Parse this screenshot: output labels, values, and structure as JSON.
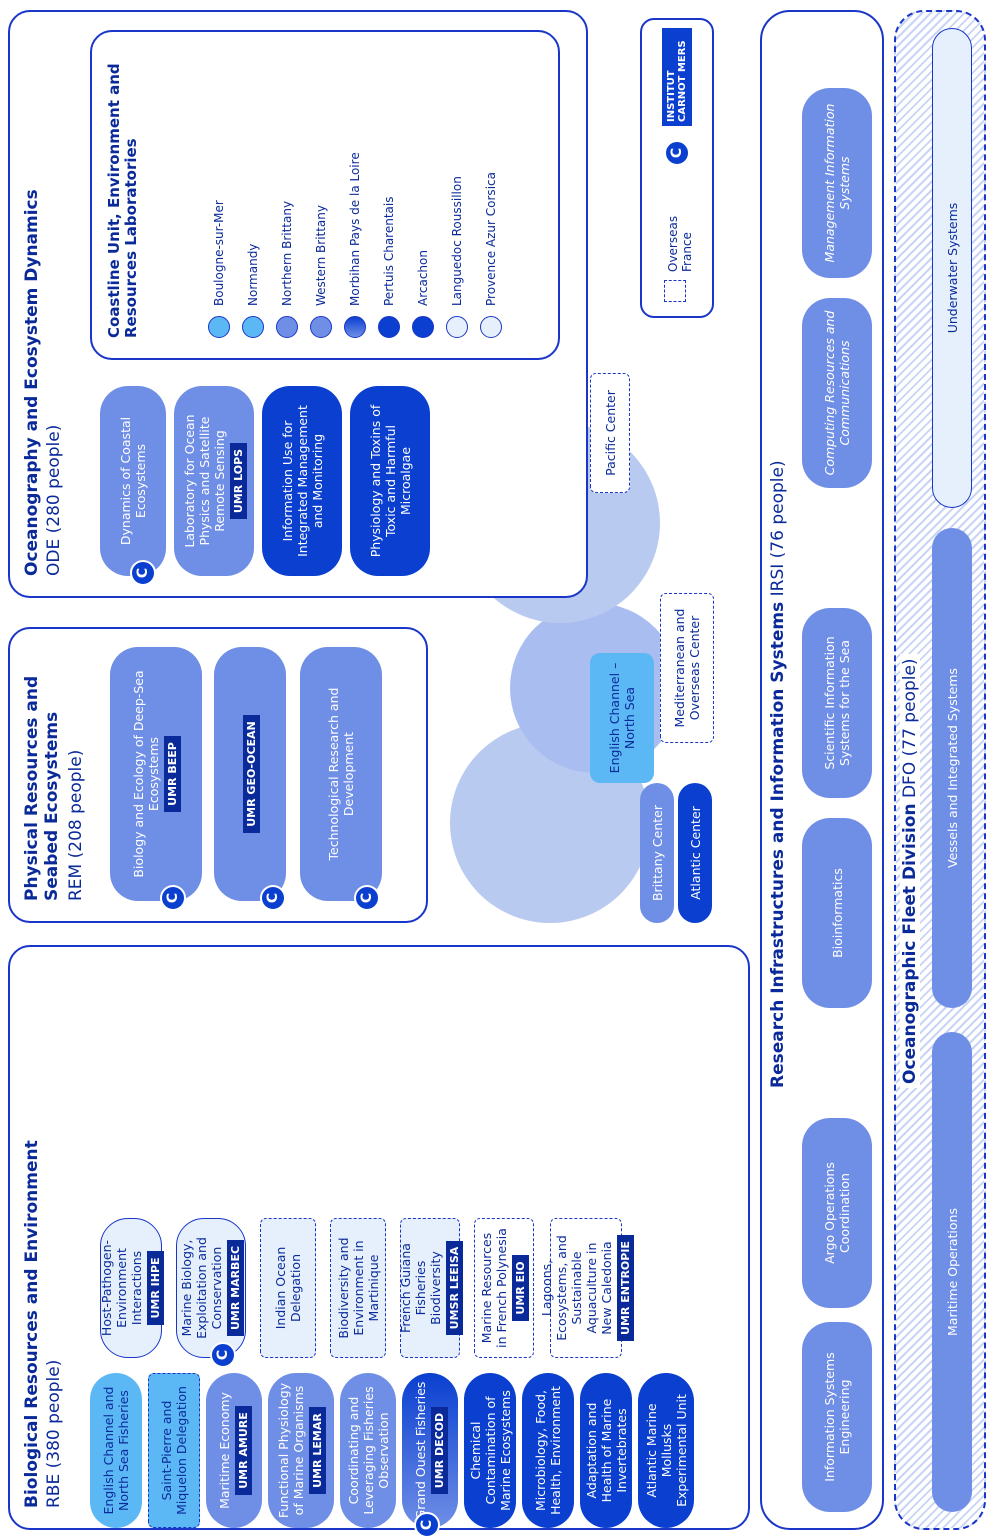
{
  "rbe": {
    "title": "Biological Resources and Environment",
    "subtitle": "RBE (380 people)",
    "units": [
      {
        "label": "English Channel and North Sea Fisheries",
        "tag": ""
      },
      {
        "label": "Saint-Pierre and Miquelon Delegation",
        "tag": ""
      },
      {
        "label": "Maritime Economy",
        "tag": "UMR AMURE"
      },
      {
        "label": "Functional Physiology of Marine Organisms",
        "tag": "UMR LEMAR"
      },
      {
        "label": "Coordinating and Leveraging Fisheries Observation",
        "tag": ""
      },
      {
        "label": "Grand Ouest Fisheries",
        "tag": "UMR DECOD"
      },
      {
        "label": "Chemical Contamination of Marine Ecosystems",
        "tag": ""
      },
      {
        "label": "Microbiology, Food, Health, Environment",
        "tag": ""
      },
      {
        "label": "Adaptation and Health of Marine Invertebrates",
        "tag": ""
      },
      {
        "label": "Atlantic Marine Mollusks Experimental Unit",
        "tag": ""
      },
      {
        "label": "Host-Pathogen-Environment Interactions",
        "tag": "UMR IHPE"
      },
      {
        "label": "Marine Biology, Exploitation and Conservation",
        "tag": "UMR MARBEC"
      },
      {
        "label": "Indian Ocean Delegation",
        "tag": ""
      },
      {
        "label": "Biodiversity and Environment in Martinique",
        "tag": ""
      },
      {
        "label": "French Guiana Fisheries Biodiversity",
        "tag": "UMSR LEEISA"
      },
      {
        "label": "Marine Resources in French Polynesia",
        "tag": "UMR EIO"
      },
      {
        "label": "Lagoons, Ecosystems, and Sustainable Aquaculture in New Caledonia",
        "tag": "UMR ENTROPIE"
      }
    ]
  },
  "rem": {
    "title": "Physical Resources and Seabed Ecosystems",
    "subtitle": "REM (208 people)",
    "units": [
      {
        "label": "Biology and Ecology of Deep-Sea Ecosystems",
        "tag": "UMR BEEP"
      },
      {
        "label": "",
        "tag": "UMR GEO-OCEAN"
      },
      {
        "label": "Technological Research and Development",
        "tag": ""
      }
    ]
  },
  "ode": {
    "title": "Oceanography and Ecosystem Dynamics",
    "subtitle": "ODE (280 people)",
    "units": [
      {
        "label": "Dynamics of Coastal Ecosystems",
        "tag": ""
      },
      {
        "label": "Laboratory for Ocean Physics and Satellite Remote Sensing",
        "tag": "UMR LOPS"
      },
      {
        "label": "Information Use for Integrated Management and Monitoring",
        "tag": ""
      },
      {
        "label": "Physiology and Toxins of Toxic and Harmful Microalgae",
        "tag": ""
      }
    ]
  },
  "coastline": {
    "title": "Coastline Unit, Environment and Resources Laboratories",
    "labs": [
      "Boulogne-sur-Mer",
      "Normandy",
      "Northern Brittany",
      "Western Brittany",
      "Morbihan Pays de la Loire",
      "Pertuis Charentais",
      "Arcachon",
      "Languedoc Roussillon",
      "Provence Azur Corsica"
    ]
  },
  "legend": {
    "overseas": "Overseas France",
    "carnot": "INSTITUT CARNOT MERS"
  },
  "centers": [
    "Brittany Center",
    "Atlantic Center",
    "English Channel – North Sea",
    "Mediterranean and Overseas Center",
    "Pacific Center"
  ],
  "irsi": {
    "title": "Research Infrastructures and Information Systems",
    "subtitle": "IRSI (76 people)",
    "units": [
      "Information Systems Engineering",
      "Argo Operations Coordination",
      "Bioinformatics",
      "Scientific Information Systems for the Sea",
      "Computing Resources and Communications",
      "Management Information Systems"
    ]
  },
  "dfo": {
    "title": "Oceanographic Fleet Division",
    "subtitle": "DFO (77 people)",
    "units": [
      "Maritime Operations",
      "Vessels and Integrated Systems",
      "Underwater Systems"
    ]
  },
  "colors": {
    "dark": "#0a3fd0",
    "mid": "#6f8ee6",
    "light": "#5cb8f5",
    "pale": "#e6f0fc",
    "line": "#1a36c8"
  }
}
